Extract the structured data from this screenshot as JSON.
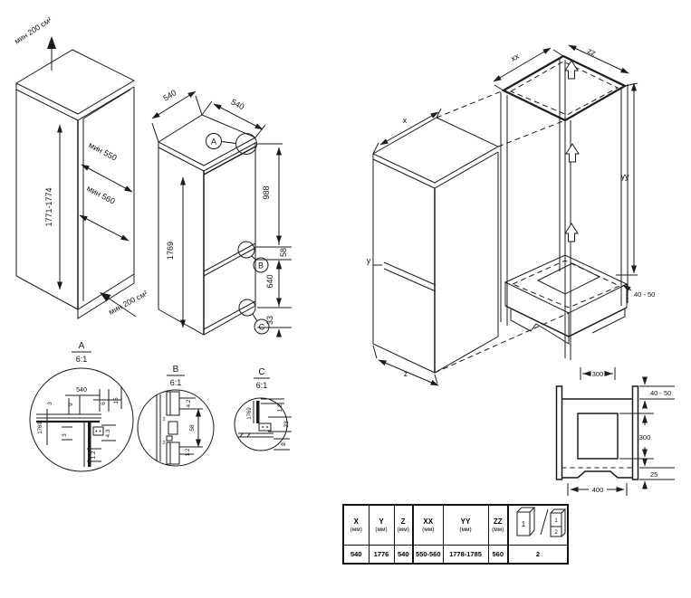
{
  "niche": {
    "vent_top": "мин 200 см²",
    "vent_bottom": "мин 200 см²",
    "height_range": "1771-1774",
    "depth_min_top": "мин 550",
    "depth_min_bottom": "мин 560"
  },
  "fridge": {
    "width": "540",
    "depth": "540",
    "height": "1769",
    "dim_top_section": "988",
    "dim_divider": "58",
    "dim_freezer": "640",
    "dim_bottom": "33",
    "callout_a": "A",
    "callout_b": "B",
    "callout_c": "C"
  },
  "details": {
    "a": {
      "title": "A",
      "scale": "6:1",
      "dim_540": "540",
      "dim_1769": "1769",
      "dim_9": "9",
      "dim_3_top": "3",
      "dim_3_mid": "3",
      "dim_6": "6",
      "dim_15": "15",
      "dim_43": "4.3",
      "dim_12": "1.2"
    },
    "b": {
      "title": "B",
      "scale": "6:1",
      "dim_42": "4.2",
      "dim_58": "58",
      "dim_12": "1.2",
      "dim_2_top": "2",
      "dim_2_bottom": "2"
    },
    "c": {
      "title": "C",
      "scale": "6:1",
      "dim_1769": "1769",
      "dim_12": "1.2",
      "dim_23": "23",
      "dim_8": "8"
    }
  },
  "install": {
    "x": "x",
    "y": "y",
    "z": "z",
    "xx": "xx",
    "yy": "yy",
    "zz": "zz",
    "gap": "40 - 50"
  },
  "section": {
    "top_width": "300",
    "top_gap": "40 - 50",
    "opening_height": "300",
    "plinth_height": "25",
    "bottom_width": "400"
  },
  "table": {
    "headers": [
      {
        "name": "X",
        "unit": "(мм)"
      },
      {
        "name": "Y",
        "unit": "(мм)"
      },
      {
        "name": "Z",
        "unit": "(мм)"
      },
      {
        "name": "XX",
        "unit": "(мм)"
      },
      {
        "name": "YY",
        "unit": "(мм)"
      },
      {
        "name": "ZZ",
        "unit": "(мм)"
      }
    ],
    "values": [
      "540",
      "1776",
      "540",
      "550-560",
      "1778-1785",
      "560"
    ],
    "config_value": "2",
    "icon_single": "1",
    "icon_double_top": "1",
    "icon_double_bottom": "2"
  }
}
